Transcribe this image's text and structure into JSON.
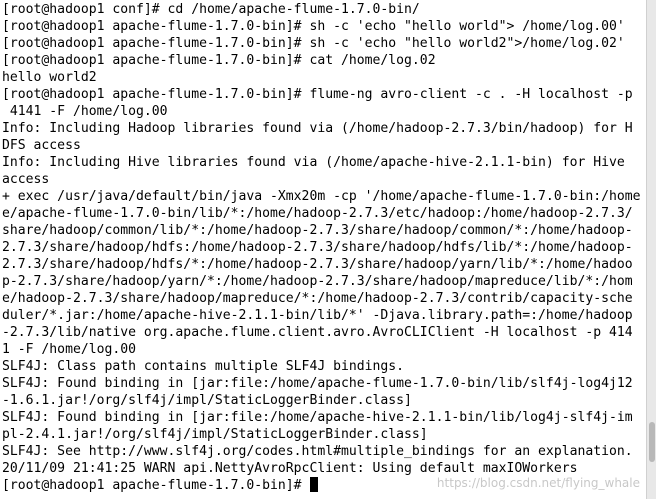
{
  "terminal": {
    "lines": [
      "[root@hadoop1 conf]# cd /home/apache-flume-1.7.0-bin/",
      "[root@hadoop1 apache-flume-1.7.0-bin]# sh -c 'echo \"hello world\"> /home/log.00'",
      "[root@hadoop1 apache-flume-1.7.0-bin]# sh -c 'echo \"hello world2\">/home/log.02'",
      "[root@hadoop1 apache-flume-1.7.0-bin]# cat /home/log.02",
      "hello world2",
      "[root@hadoop1 apache-flume-1.7.0-bin]# flume-ng avro-client -c . -H localhost -p",
      " 4141 -F /home/log.00",
      "Info: Including Hadoop libraries found via (/home/hadoop-2.7.3/bin/hadoop) for H",
      "DFS access",
      "Info: Including Hive libraries found via (/home/apache-hive-2.1.1-bin) for Hive",
      "access",
      "+ exec /usr/java/default/bin/java -Xmx20m -cp '/home/apache-flume-1.7.0-bin:/home",
      "e/apache-flume-1.7.0-bin/lib/*:/home/hadoop-2.7.3/etc/hadoop:/home/hadoop-2.7.3/",
      "share/hadoop/common/lib/*:/home/hadoop-2.7.3/share/hadoop/common/*:/home/hadoop-",
      "2.7.3/share/hadoop/hdfs:/home/hadoop-2.7.3/share/hadoop/hdfs/lib/*:/home/hadoop-",
      "2.7.3/share/hadoop/hdfs/*:/home/hadoop-2.7.3/share/hadoop/yarn/lib/*:/home/hadoo",
      "p-2.7.3/share/hadoop/yarn/*:/home/hadoop-2.7.3/share/hadoop/mapreduce/lib/*:/hom",
      "e/hadoop-2.7.3/share/hadoop/mapreduce/*:/home/hadoop-2.7.3/contrib/capacity-sche",
      "duler/*.jar:/home/apache-hive-2.1.1-bin/lib/*' -Djava.library.path=:/home/hadoop",
      "-2.7.3/lib/native org.apache.flume.client.avro.AvroCLIClient -H localhost -p 414",
      "1 -F /home/log.00",
      "SLF4J: Class path contains multiple SLF4J bindings.",
      "SLF4J: Found binding in [jar:file:/home/apache-flume-1.7.0-bin/lib/slf4j-log4j12",
      "-1.6.1.jar!/org/slf4j/impl/StaticLoggerBinder.class]",
      "SLF4J: Found binding in [jar:file:/home/apache-hive-2.1.1-bin/lib/log4j-slf4j-im",
      "pl-2.4.1.jar!/org/slf4j/impl/StaticLoggerBinder.class]",
      "SLF4J: See http://www.slf4j.org/codes.html#multiple_bindings for an explanation.",
      "20/11/09 21:41:25 WARN api.NettyAvroRpcClient: Using default maxIOWorkers"
    ],
    "prompt": "[root@hadoop1 apache-flume-1.7.0-bin]# ",
    "colors": {
      "background": "#ffffff",
      "foreground": "#000000",
      "cursor": "#000000"
    }
  },
  "scrollbar": {
    "position_fraction": 0.92
  },
  "watermark": {
    "text": "https://blog.csdn.net/flying_whale"
  }
}
